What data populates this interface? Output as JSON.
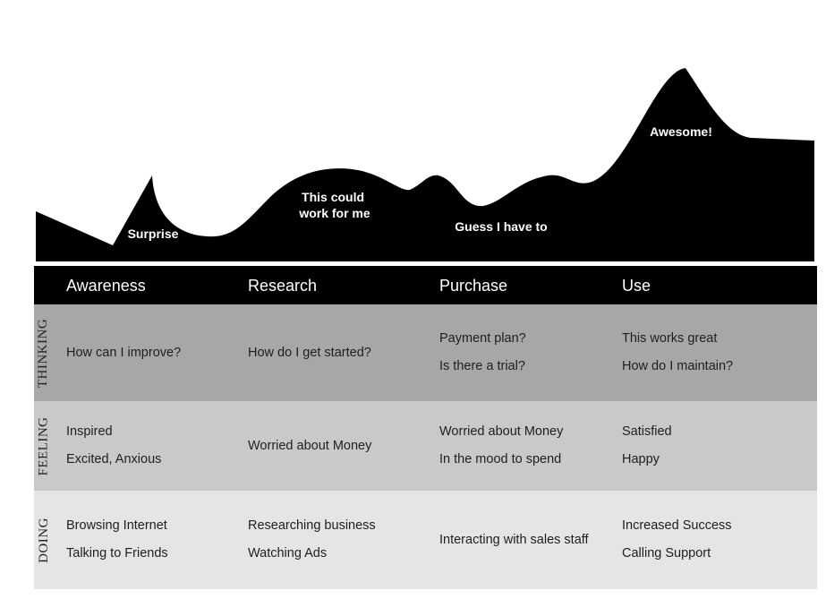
{
  "colors": {
    "curve": "#000000",
    "header_bg": "#000000",
    "thinking_bg": "#a6a8a8",
    "feeling_bg": "#c8caca",
    "doing_bg": "#e4e5e7"
  },
  "emotions": [
    {
      "lines": [
        "Surprise"
      ]
    },
    {
      "lines": [
        "This could",
        "work for me"
      ]
    },
    {
      "lines": [
        "Guess I have to"
      ]
    },
    {
      "lines": [
        "Awesome!"
      ]
    }
  ],
  "stages": [
    "Awareness",
    "Research",
    "Purchase",
    "Use"
  ],
  "rows": [
    {
      "label": "THINKING",
      "cells": [
        [
          "How can I improve?"
        ],
        [
          "How do I get started?"
        ],
        [
          "Payment plan?",
          "Is there a trial?"
        ],
        [
          "This works great",
          "How do I maintain?"
        ]
      ]
    },
    {
      "label": "FEELING",
      "cells": [
        [
          "Inspired",
          "Excited, Anxious"
        ],
        [
          "Worried about Money"
        ],
        [
          "Worried about Money",
          "In the mood to spend"
        ],
        [
          "Satisfied",
          "Happy"
        ]
      ]
    },
    {
      "label": "DOING",
      "cells": [
        [
          "Browsing Internet",
          "Talking to Friends"
        ],
        [
          "Researching business",
          "Watching Ads"
        ],
        [
          "Interacting with sales staff"
        ],
        [
          "Increased Success",
          "Calling Support"
        ]
      ]
    }
  ]
}
